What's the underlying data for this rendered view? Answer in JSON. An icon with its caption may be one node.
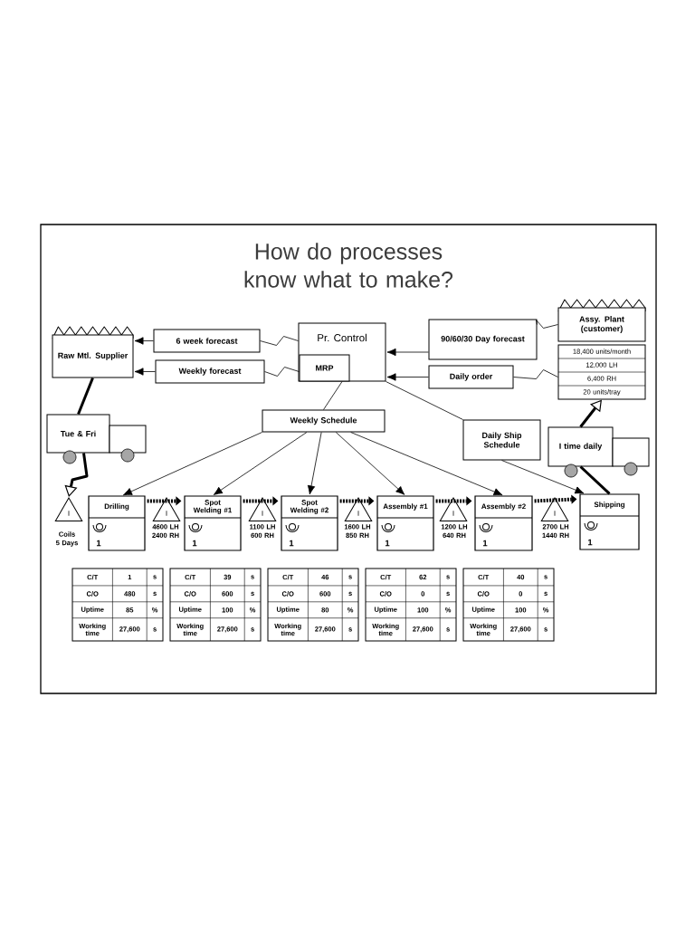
{
  "diagram": {
    "title": "How do processes know what to make?",
    "nodes": [
      {
        "text": [
          "Raw Mtl. Supplier"
        ]
      },
      {
        "text": [
          "6 week forecast"
        ]
      },
      {
        "text": [
          "Weekly  forecast"
        ]
      },
      {
        "text": [
          "Pr. Control"
        ]
      },
      {
        "text": [
          "MRP"
        ],
        "in": 3
      },
      {
        "text": [
          "90/60/30 Day forecast"
        ]
      },
      {
        "text": [
          "Daily order"
        ]
      },
      {
        "text": [
          "Assy. Plant (customer)"
        ]
      },
      {
        "text": [
          "18,400 units/month",
          "12,000 LH",
          "6,400 RH",
          "20 units/tray"
        ]
      },
      {
        "text": [
          "Tue & Fri"
        ]
      },
      {
        "text": [
          "Weekly  Schedule"
        ]
      },
      {
        "text": [
          "Daily Ship Schedule"
        ]
      },
      {
        "text": [
          "I time daily"
        ]
      },
      {
        "text": [
          "I"
        ],
        "beside": [
          "Coils 5 Days"
        ]
      },
      {
        "text": [
          "Drilling",
          "1"
        ]
      },
      {
        "text": [
          "I"
        ],
        "beside": [
          "4600 LH 2400 RH"
        ]
      },
      {
        "text": [
          "Spot Welding #1",
          "1"
        ]
      },
      {
        "text": [
          "I"
        ],
        "beside": [
          "1100 LH 600 RH"
        ]
      },
      {
        "text": [
          "Spot Welding #2",
          "1"
        ]
      },
      {
        "text": [
          "I"
        ],
        "beside": [
          "1600 LH 850 RH"
        ]
      },
      {
        "text": [
          "Assembly #1",
          "1"
        ]
      },
      {
        "text": [
          "I"
        ],
        "beside": [
          "1200 LH 640 RH"
        ]
      },
      {
        "text": [
          "Assembly #2",
          "1"
        ]
      },
      {
        "text": [
          "I"
        ],
        "beside": [
          "2700 LH 1440 RH"
        ]
      },
      {
        "text": [
          "Shipping",
          "1"
        ]
      },
      {
        "text": [
          "C/T",
          "1",
          "s",
          "C/O",
          "480",
          "s",
          "Uptime",
          "85",
          "%",
          "Working time",
          "27,600",
          "s"
        ]
      },
      {
        "text": [
          "C/T",
          "39",
          "s",
          "C/O",
          "600",
          "s",
          "Uptime",
          "100",
          "%",
          "Working time",
          "27,600",
          "s"
        ]
      },
      {
        "text": [
          "C/T",
          "46",
          "s",
          "C/O",
          "600",
          "s",
          "Uptime",
          "80",
          "%",
          "Working time",
          "27,600",
          "s"
        ]
      },
      {
        "text": [
          "C/T",
          "62",
          "s",
          "C/O",
          "0",
          "s",
          "Uptime",
          "100",
          "%",
          "Working time",
          "27,600",
          "s"
        ]
      },
      {
        "text": [
          "C/T",
          "40",
          "s",
          "C/O",
          "0",
          "s",
          "Uptime",
          "100",
          "%",
          "Working time",
          "27,600",
          "s"
        ]
      }
    ],
    "edges": [
      {
        "from": 3,
        "to": 1,
        "arrow": "none"
      },
      {
        "from": 1,
        "to": 0,
        "arrow": "to"
      },
      {
        "from": 4,
        "to": 2,
        "arrow": "none"
      },
      {
        "from": 2,
        "to": 0,
        "arrow": "to"
      },
      {
        "from": 7,
        "to": 5,
        "arrow": "none"
      },
      {
        "from": 5,
        "to": 3,
        "arrow": "to"
      },
      {
        "from": 8,
        "to": 6,
        "arrow": "none"
      },
      {
        "from": 6,
        "to": 3,
        "arrow": "to"
      },
      {
        "from": 3,
        "to": 10,
        "arrow": "none"
      },
      {
        "from": 10,
        "to": 14,
        "arrow": "to"
      },
      {
        "from": 10,
        "to": 16,
        "arrow": "to"
      },
      {
        "from": 10,
        "to": 18,
        "arrow": "to"
      },
      {
        "from": 10,
        "to": 20,
        "arrow": "to"
      },
      {
        "from": 10,
        "to": 22,
        "arrow": "to"
      },
      {
        "from": 3,
        "to": 11,
        "arrow": "none"
      },
      {
        "from": 11,
        "to": 24,
        "arrow": "to"
      },
      {
        "from": 0,
        "to": 9,
        "arrow": "none",
        "style": "thick"
      },
      {
        "from": 9,
        "to": 13,
        "arrow": "to",
        "style": "thick"
      },
      {
        "from": 24,
        "to": 12,
        "arrow": "none",
        "style": "thick"
      },
      {
        "from": 12,
        "to": 8,
        "arrow": "to",
        "style": "thick"
      },
      {
        "from": 14,
        "to": 16,
        "arrow": "to",
        "style": "dashed"
      },
      {
        "from": 16,
        "to": 18,
        "arrow": "to",
        "style": "dashed"
      },
      {
        "from": 18,
        "to": 20,
        "arrow": "to",
        "style": "dashed"
      },
      {
        "from": 20,
        "to": 22,
        "arrow": "to",
        "style": "dashed"
      },
      {
        "from": 22,
        "to": 24,
        "arrow": "to",
        "style": "dashed"
      }
    ]
  }
}
